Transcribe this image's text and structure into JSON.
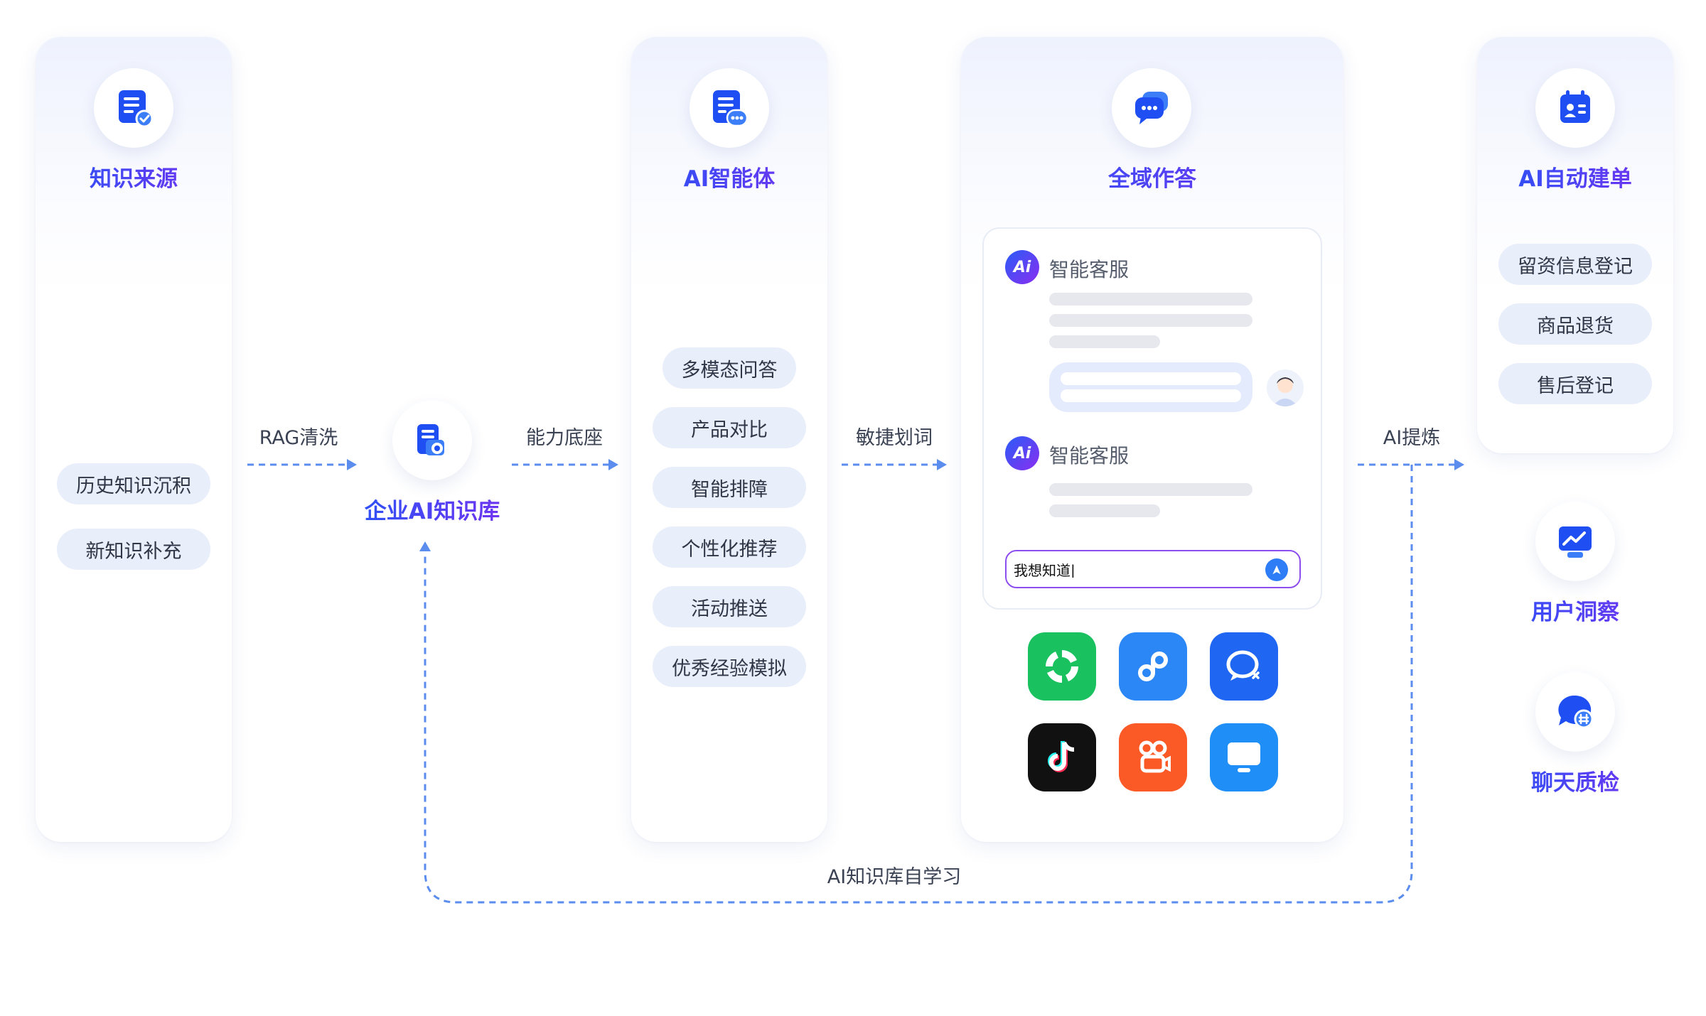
{
  "colors": {
    "accent_blue": "#2356f6",
    "accent_purple": "#7a2ff0",
    "arrow": "#5b8def",
    "pill_bg": "#e9eefb"
  },
  "sources": {
    "title": "知识来源",
    "icon": "document-check-icon",
    "items": [
      "历史知识沉积",
      "新知识补充"
    ]
  },
  "flow": {
    "rag": "RAG清洗",
    "capability": "能力底座",
    "agile": "敏捷划词",
    "extract": "AI提炼",
    "self_learning": "AI知识库自学习"
  },
  "knowledge_base": {
    "title": "企业AI知识库",
    "icon": "database-settings-icon"
  },
  "agent": {
    "title": "AI智能体",
    "icon": "document-chat-icon",
    "items": [
      "多模态问答",
      "产品对比",
      "智能排障",
      "个性化推荐",
      "活动推送",
      "优秀经验模拟"
    ]
  },
  "omni": {
    "title": "全域作答",
    "icon": "chat-bubbles-icon",
    "bot_name_1": "智能客服",
    "bot_name_2": "智能客服",
    "bot_avatar_text": "Ai",
    "input_value": "我想知道|",
    "apps": [
      "wechat-service-icon",
      "mini-program-icon",
      "enterprise-chat-icon",
      "douyin-icon",
      "kuaishou-icon",
      "web-desktop-icon"
    ]
  },
  "work_order": {
    "title": "AI自动建单",
    "icon": "calendar-card-icon",
    "items": [
      "留资信息登记",
      "商品退货",
      "售后登记"
    ]
  },
  "insight": {
    "title": "用户洞察",
    "icon": "chart-monitor-icon"
  },
  "qc": {
    "title": "聊天质检",
    "icon": "chat-hash-icon"
  }
}
